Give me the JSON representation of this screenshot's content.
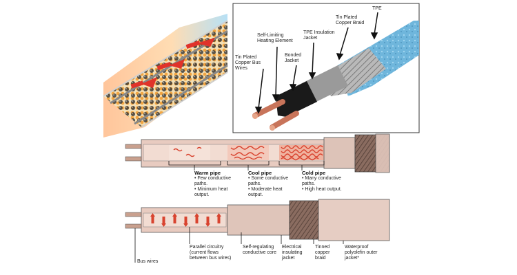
{
  "top_diagram": {
    "labels": {
      "tin_bus_wires": "Tin Plated\nCopper Bus Wires",
      "heating_element": "Self-Limiting\nHeating Element",
      "bonded_jacket": "Bonded\nJacket",
      "tpe_jacket": "TPE Insulation\nJacket",
      "braid": "Tin Plated\nCopper Braid",
      "tpe": "TPE"
    }
  },
  "middle_diagram": {
    "segments": [
      {
        "title": "Warm pipe",
        "items": [
          "• Few conductive paths.",
          "• Minimum heat output."
        ]
      },
      {
        "title": "Cool pipe",
        "items": [
          "• Some conductive paths.",
          "• Moderate heat output."
        ]
      },
      {
        "title": "Cold pipe",
        "items": [
          "• Many conductive paths.",
          "• High heat output."
        ]
      }
    ]
  },
  "bottom_diagram": {
    "labels": {
      "bus_wires": "Bus wires",
      "parallel": "Parallel circuitry (current flows between bus wires)",
      "core": "Self-regulating conductive core",
      "insulating": "Electrical insulating jacket",
      "braid": "Tinned copper braid",
      "outer": "Waterproof polyolefin outer jacket*"
    }
  }
}
